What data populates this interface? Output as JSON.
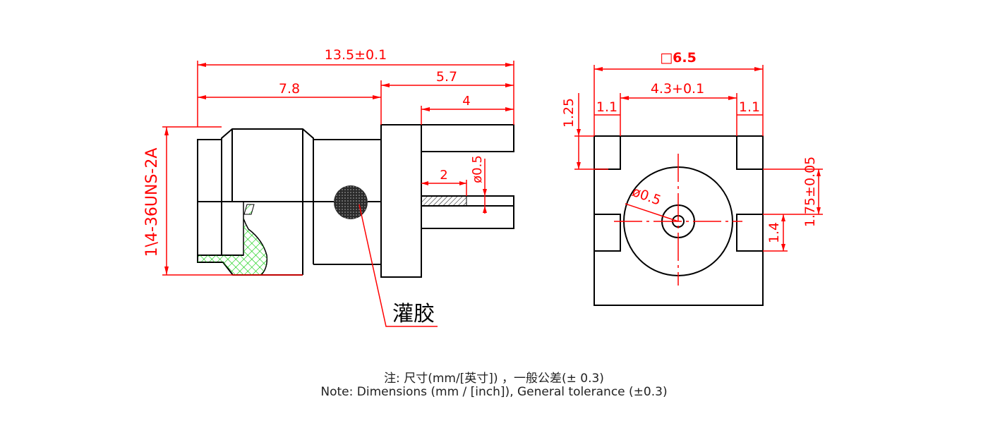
{
  "side_view": {
    "overall_length": "13.5±0.1",
    "rear_length": "7.8",
    "front_length": "5.7",
    "pin_length": "4",
    "pin_segment": "2",
    "pin_diameter": "ø0.5",
    "thread_spec": "1\\4-36UNS-2A",
    "callout_label": "灌胶"
  },
  "front_view": {
    "square_size": "□6.5",
    "center_width": "4.3+0.1",
    "left_margin": "1.1",
    "right_margin": "1.1",
    "top_tab_height": "1.25",
    "side_offset": "1.75±0.05",
    "tab_height": "1.4",
    "hole_diameter": "ø0.5"
  },
  "notes": {
    "line_cn": "注: 尺寸(mm/[英寸]) ，一般公差(± 0.3)",
    "line_en": "Note: Dimensions (mm / [inch]), General tolerance (±0.3)"
  },
  "colors": {
    "outline": "#000000",
    "dimension": "#ff0000",
    "hatch": "#00cc00"
  }
}
